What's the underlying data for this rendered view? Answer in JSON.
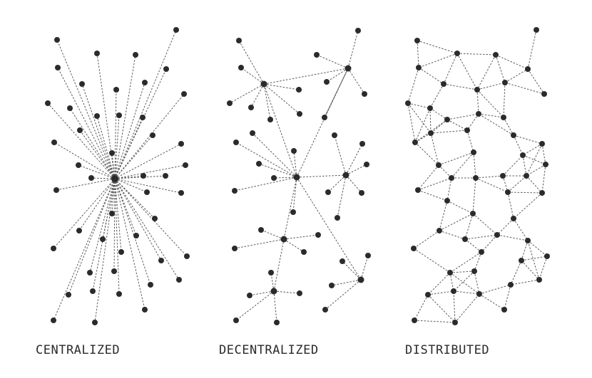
{
  "labels": {
    "centralized": "CENTRALIZED",
    "decentralized": "DECENTRALIZED",
    "distributed": "DISTRIBUTED"
  },
  "colors": {
    "node": "#2b2b2b",
    "edge": "#5a5a5a",
    "background": "#ffffff"
  }
}
